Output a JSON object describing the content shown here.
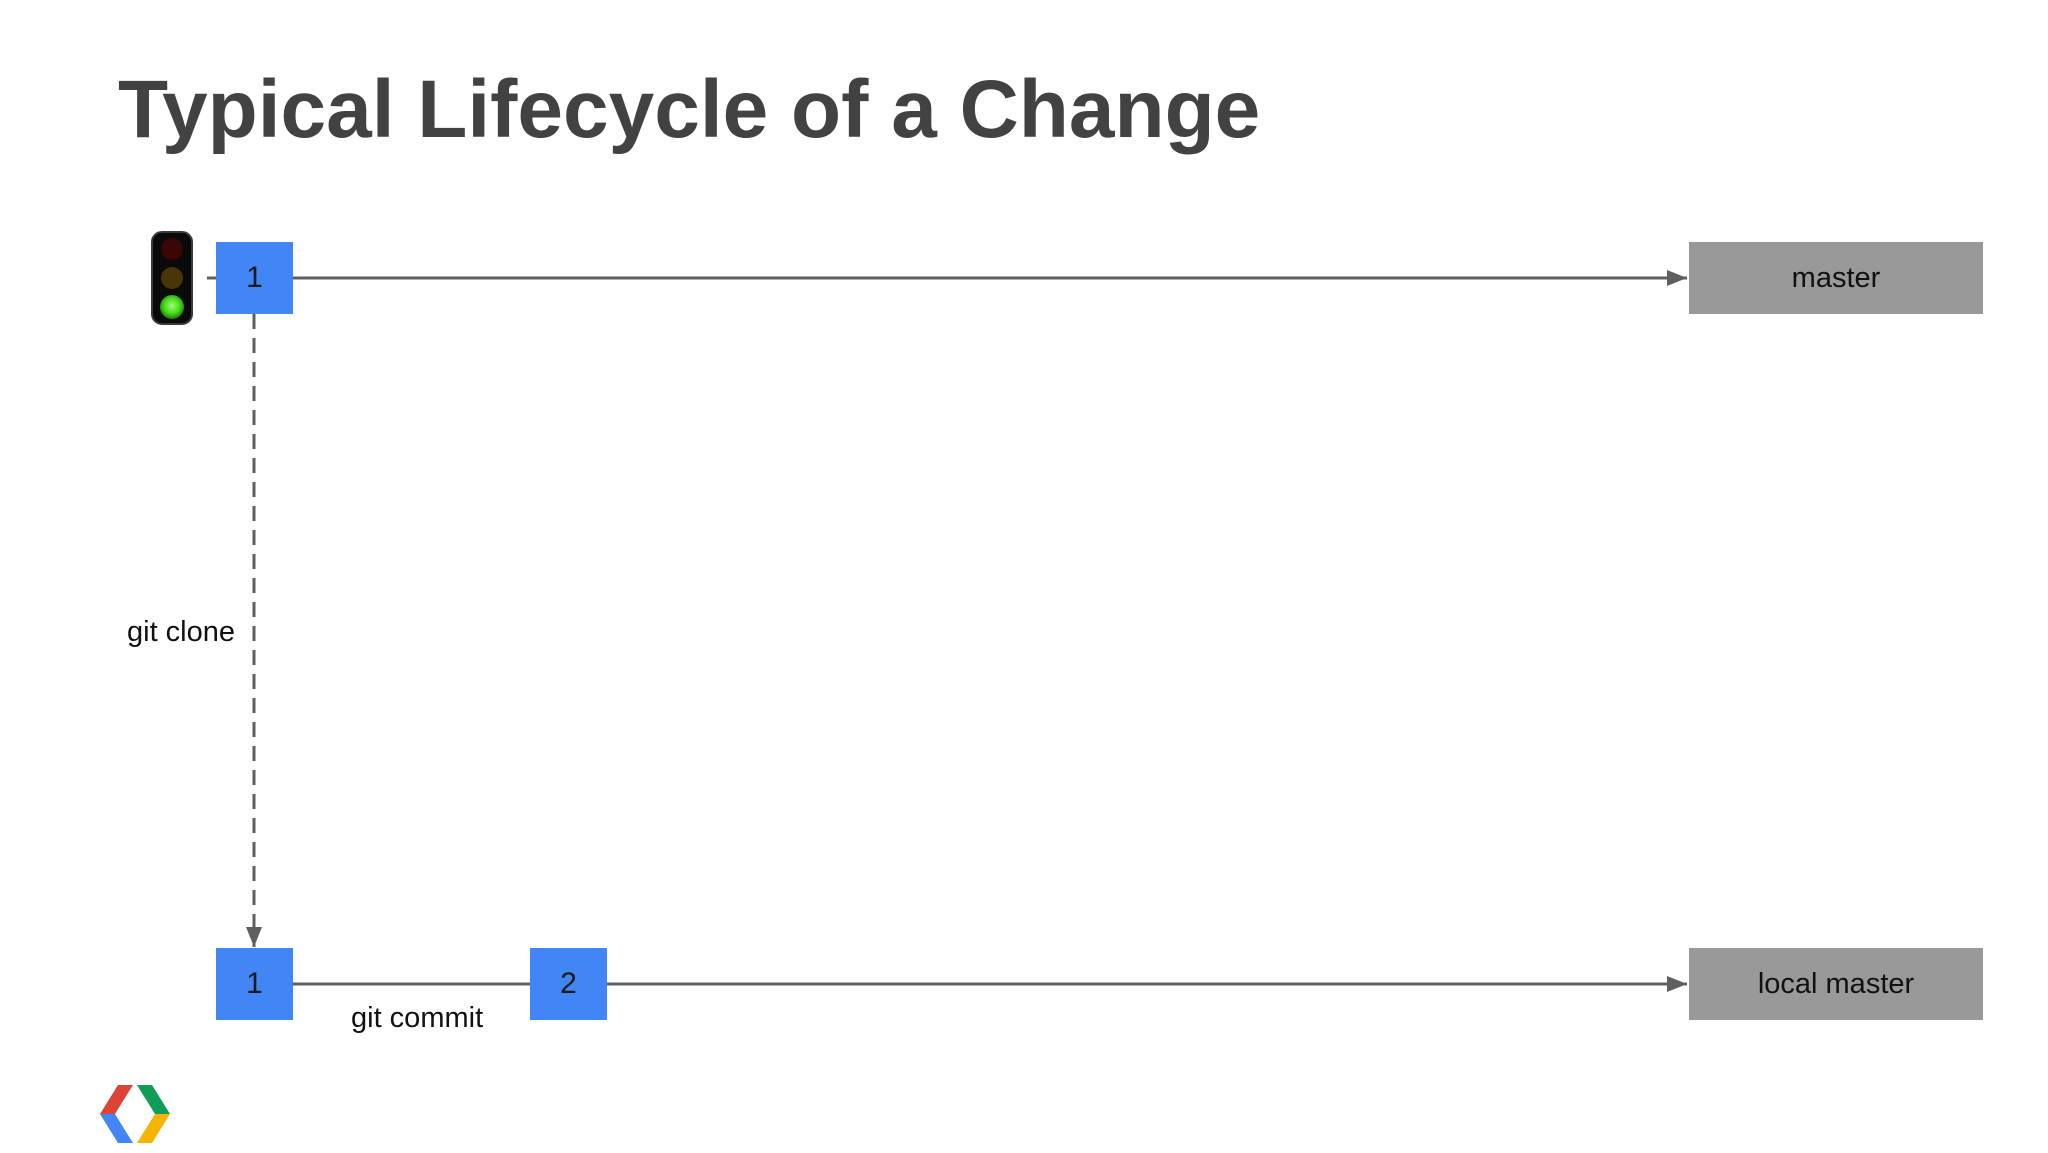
{
  "slide": {
    "title": "Typical Lifecycle of a Change"
  },
  "diagram": {
    "remote": {
      "commit_label": "1",
      "branch_label": "master"
    },
    "local": {
      "commits": [
        {
          "label": "1"
        },
        {
          "label": "2"
        }
      ],
      "branch_label": "local master"
    },
    "edges": {
      "clone_label": "git clone",
      "commit_label": "git commit"
    },
    "traffic_light_state": "green"
  },
  "colors": {
    "commit_fill": "#4285F4",
    "branch_fill": "#999999",
    "line": "#5f5f5f",
    "title": "#424242"
  },
  "logo": {
    "icon": "google-developers-logo-icon"
  }
}
